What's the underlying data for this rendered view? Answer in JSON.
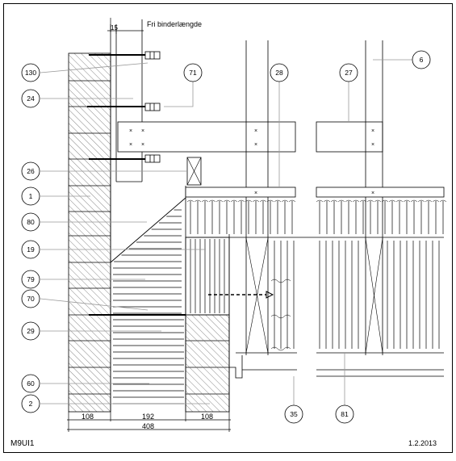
{
  "drawing": {
    "code": "M9UI1",
    "date": "1.2.2013",
    "note_fri_binderlaengde": "Fri binderlængde",
    "dim_15": "15",
    "dimensions": {
      "left": "108",
      "middle": "192",
      "right": "108",
      "total": "408"
    },
    "callouts_left": [
      "130",
      "24",
      "26",
      "1",
      "80",
      "19",
      "79",
      "70",
      "29",
      "60",
      "2"
    ],
    "callouts_top": [
      "71",
      "28",
      "27",
      "6"
    ],
    "callouts_bottom": [
      "35",
      "81"
    ]
  },
  "colors": {
    "line": "#000000",
    "hatch": "#444444",
    "leader": "#999999",
    "dashed_link": "#000000"
  }
}
